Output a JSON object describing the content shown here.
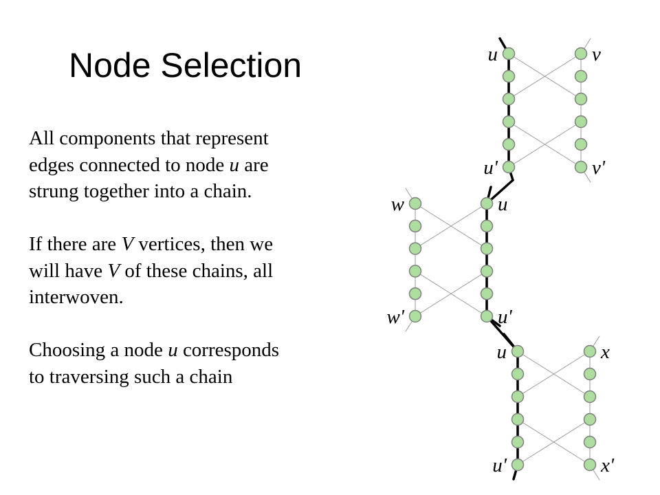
{
  "slide": {
    "title": "Node Selection",
    "paragraphs": [
      {
        "lines": [
          [
            {
              "t": "All components that represent"
            }
          ],
          [
            {
              "t": "edges connected to node "
            },
            {
              "t": "u",
              "i": true
            },
            {
              "t": " are"
            }
          ],
          [
            {
              "t": "strung together into a chain."
            }
          ]
        ]
      },
      {
        "lines": [
          [
            {
              "t": "If there are "
            },
            {
              "t": "V",
              "i": true
            },
            {
              "t": " vertices,  then we"
            }
          ],
          [
            {
              "t": "will have "
            },
            {
              "t": "V",
              "i": true
            },
            {
              "t": " of these chains, all"
            }
          ],
          [
            {
              "t": "interwoven."
            }
          ]
        ]
      },
      {
        "lines": [
          [
            {
              "t": "Choosing a node "
            },
            {
              "t": "u",
              "i": true
            },
            {
              "t": " corresponds"
            }
          ],
          [
            {
              "t": "to traversing  such a chain"
            }
          ]
        ]
      }
    ]
  },
  "diagram": {
    "gadgets": [
      {
        "left_top": "u",
        "right_top": "v",
        "left_bottom": "u'",
        "right_bottom": "v'"
      },
      {
        "left_top": "w",
        "right_top": "u",
        "left_bottom": "w'",
        "right_bottom": "u'"
      },
      {
        "left_top": "u",
        "right_top": "x",
        "left_bottom": "u'",
        "right_bottom": "x'"
      }
    ],
    "colors": {
      "node_fill": "#aedda0",
      "node_stroke": "#7f7f7f",
      "thin_line": "#9a9a9a",
      "chain_line": "#000000"
    }
  }
}
